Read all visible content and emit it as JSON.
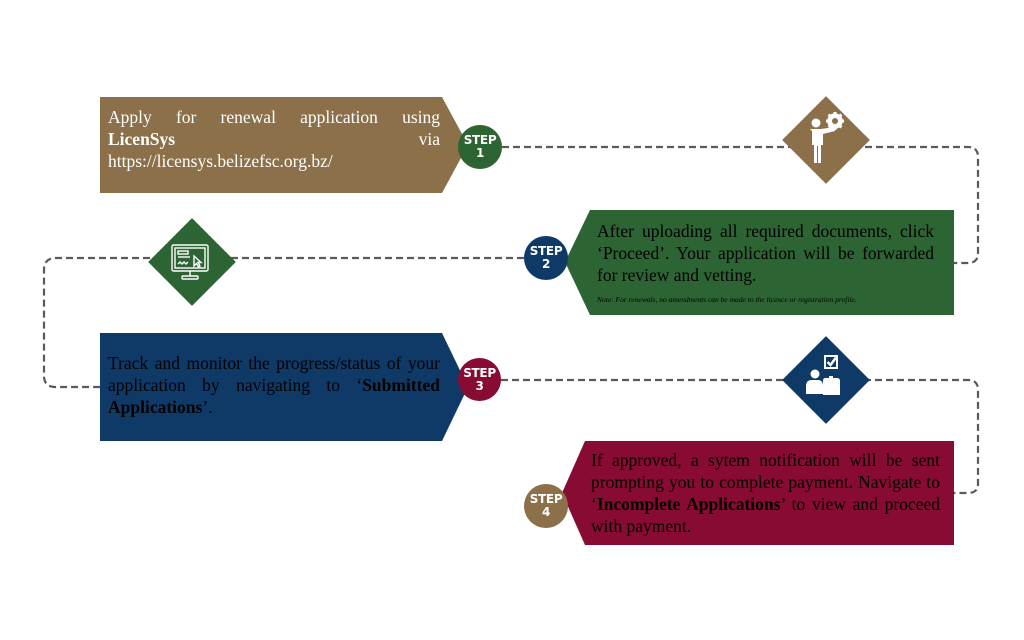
{
  "colors": {
    "brown": "#8B7049",
    "green": "#2D6433",
    "navy": "#0F3A68",
    "maroon": "#870B32",
    "connector": "#5a5a5a"
  },
  "steps": [
    {
      "badge_word": "STEP",
      "badge_number": "1",
      "badge_color": "#2D6433",
      "box_color": "#8B7049",
      "text_parts": [
        {
          "text": "Apply for renewal application using ",
          "bold": false
        },
        {
          "text": "LicenSys",
          "bold": true
        },
        {
          "text": " via https://licensys.belizefsc.org.bz/",
          "bold": false
        }
      ],
      "line1": "Apply for renewal application using",
      "line2_bold": "LicenSys",
      "line2_end": "via",
      "line3": "https://licensys.belizefsc.org.bz/"
    },
    {
      "badge_word": "STEP",
      "badge_number": "2",
      "badge_color": "#0F3A68",
      "box_color": "#2D6433",
      "text": "After uploading all required documents, click ‘Proceed’. Your application will be forwarded for review and vetting.",
      "note": "Note: For renewals, no amendments can be made to the licence or registration profile."
    },
    {
      "badge_word": "STEP",
      "badge_number": "3",
      "badge_color": "#870B32",
      "box_color": "#0F3A68",
      "text_pre": "Track and monitor the progress/status of your application by navigating to ‘",
      "text_bold": "Submitted Applications",
      "text_post": "’."
    },
    {
      "badge_word": "STEP",
      "badge_number": "4",
      "badge_color": "#8B7049",
      "box_color": "#870B32",
      "text_pre": "If approved, a sytem notification will be sent prompting you to complete payment. Navigate to ‘",
      "text_bold": "Incomplete Applications",
      "text_post": "’ to view and proceed with payment."
    }
  ],
  "icons": [
    {
      "name": "person-gear-icon",
      "color": "#8B7049"
    },
    {
      "name": "monitor-cursor-icon",
      "color": "#2D6433"
    },
    {
      "name": "person-checklist-icon",
      "color": "#0F3A68"
    }
  ]
}
